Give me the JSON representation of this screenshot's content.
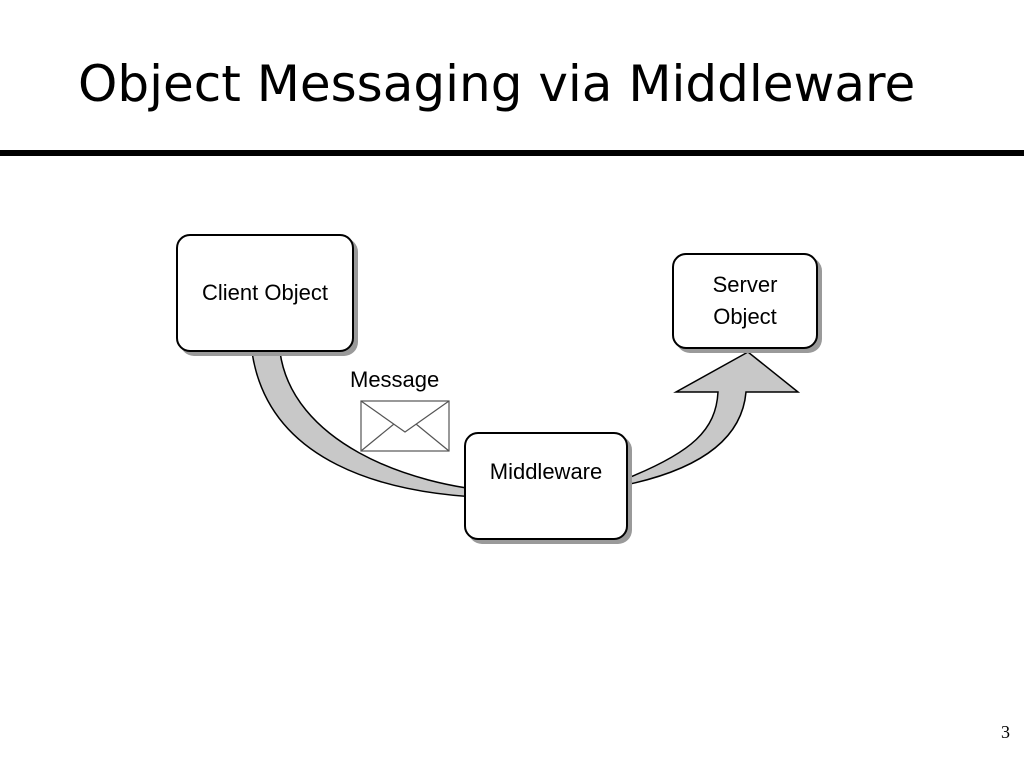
{
  "slide": {
    "title": "Object Messaging via Middleware",
    "page_number": "3"
  },
  "diagram": {
    "nodes": {
      "client": "Client Object",
      "server_line1": "Server",
      "server_line2": "Object",
      "middleware": "Middleware"
    },
    "message_label": "Message",
    "icons": {
      "message": "envelope-icon"
    },
    "colors": {
      "arrow_fill": "#c8c8c8",
      "box_shadow": "#9a9a9a",
      "rule": "#000000"
    }
  }
}
